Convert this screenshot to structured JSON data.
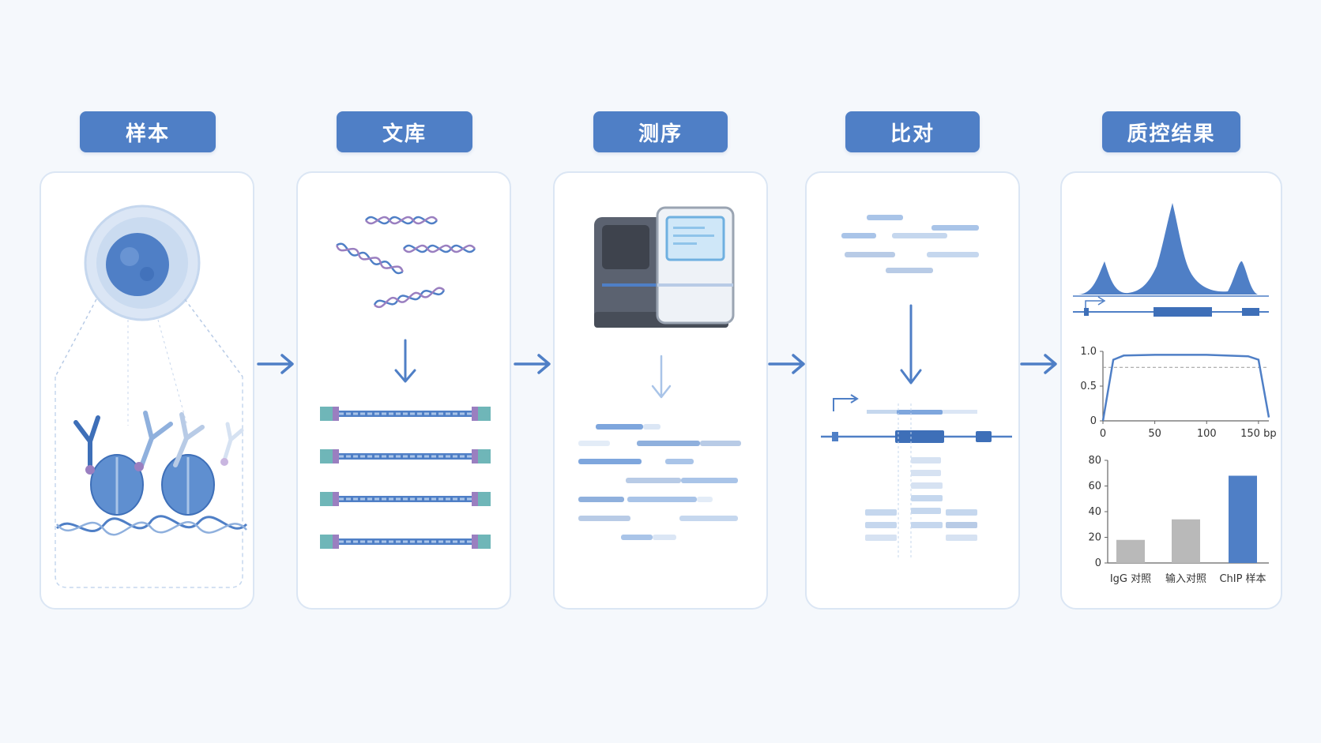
{
  "stages": [
    {
      "label": "样本"
    },
    {
      "label": "文库"
    },
    {
      "label": "测序"
    },
    {
      "label": "比对"
    },
    {
      "label": "质控结果"
    }
  ],
  "colors": {
    "accent": "#4f7fc6",
    "light_blue": "#a9c4e8",
    "panel_border": "#dbe6f4",
    "gray_bar": "#b9b9b9",
    "teal": "#6fb6b8",
    "purple": "#9a7fc0"
  },
  "chart_data": [
    {
      "type": "line",
      "x": [
        0,
        10,
        20,
        50,
        100,
        140,
        150,
        160
      ],
      "values": [
        0.0,
        0.88,
        0.94,
        0.95,
        0.95,
        0.93,
        0.88,
        0.05
      ],
      "xlim": [
        0,
        160
      ],
      "ylim": [
        0,
        1.0
      ],
      "xticks": [
        "0",
        "50",
        "100",
        "150 bp"
      ],
      "yticks": [
        "0",
        "0.5",
        "1.0"
      ],
      "threshold": 0.77
    },
    {
      "type": "bar",
      "categories": [
        "IgG 对照",
        "输入对照",
        "ChIP 样本"
      ],
      "values": [
        18,
        34,
        68
      ],
      "ylim": [
        0,
        80
      ],
      "yticks": [
        "0",
        "20",
        "40",
        "60",
        "80"
      ]
    }
  ]
}
